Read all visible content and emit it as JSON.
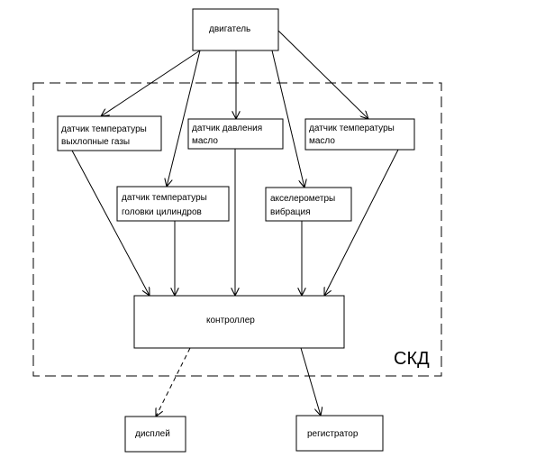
{
  "diagram": {
    "system_label": "СКД",
    "nodes": {
      "engine": {
        "lines": [
          "двигатель"
        ]
      },
      "sensor_exhaust": {
        "lines": [
          "датчик температуры",
          "выхлопные газы"
        ]
      },
      "sensor_oil_pressure": {
        "lines": [
          "датчик давления",
          "масло"
        ]
      },
      "sensor_oil_temp": {
        "lines": [
          "датчик температуры",
          "масло"
        ]
      },
      "sensor_cylinder_heads": {
        "lines": [
          "датчик температуры",
          "головки цилиндров"
        ]
      },
      "sensor_vibration": {
        "lines": [
          "акселерометры",
          "вибрация"
        ]
      },
      "controller": {
        "lines": [
          "контроллер"
        ]
      },
      "display": {
        "lines": [
          "дисплей"
        ]
      },
      "recorder": {
        "lines": [
          "регистратор"
        ]
      }
    },
    "edges": [
      {
        "from": "engine",
        "to": "sensor_exhaust",
        "style": "solid"
      },
      {
        "from": "engine",
        "to": "sensor_cylinder_heads",
        "style": "solid"
      },
      {
        "from": "engine",
        "to": "sensor_oil_pressure",
        "style": "solid"
      },
      {
        "from": "engine",
        "to": "sensor_vibration",
        "style": "solid"
      },
      {
        "from": "engine",
        "to": "sensor_oil_temp",
        "style": "solid"
      },
      {
        "from": "sensor_exhaust",
        "to": "controller",
        "style": "solid"
      },
      {
        "from": "sensor_cylinder_heads",
        "to": "controller",
        "style": "solid"
      },
      {
        "from": "sensor_oil_pressure",
        "to": "controller",
        "style": "solid"
      },
      {
        "from": "sensor_vibration",
        "to": "controller",
        "style": "solid"
      },
      {
        "from": "sensor_oil_temp",
        "to": "controller",
        "style": "solid"
      },
      {
        "from": "controller",
        "to": "display",
        "style": "dashed"
      },
      {
        "from": "controller",
        "to": "recorder",
        "style": "solid"
      }
    ]
  }
}
